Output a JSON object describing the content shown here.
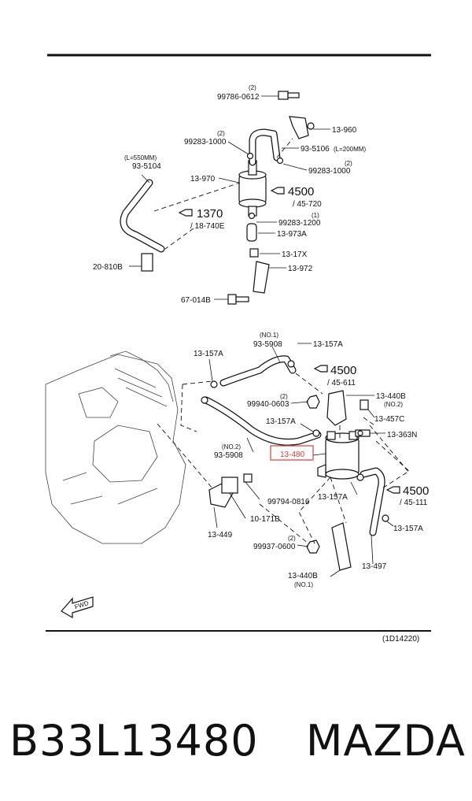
{
  "diagram": {
    "top": {
      "bolt_qty": "(2)",
      "bolt_part": "99786-0612",
      "bracket_part": "13-960",
      "clamp1_qty": "(2)",
      "clamp1_part": "99283-1000",
      "hose_top_part": "93-5106",
      "hose_top_len": "(L=200MM)",
      "hose_left_len": "(L=550MM)",
      "hose_left_part": "93-5104",
      "clamp2_qty": "(2)",
      "clamp2_part": "99283-1000",
      "filter_part": "13-970",
      "ref_4500_num": "4500",
      "ref_4500_sub": "/ 45-720",
      "ref_1370_num": "1370",
      "ref_1370_sub": "/ 18-740E",
      "clamp3_qty": "(1)",
      "clamp3_part": "99283-1200",
      "hose_short_part": "13-973A",
      "item_17x": "13-17X",
      "item_972": "13-972",
      "item_810b": "20-810B",
      "item_014b": "67-014B"
    },
    "bottom": {
      "hose1_no": "(NO.1)",
      "hose1_part": "93-5908",
      "clamp_a1": "13-157A",
      "clamp_a2": "13-157A",
      "ref_4500a_num": "4500",
      "ref_4500a_sub": "/ 45-611",
      "nut_qty": "(2)",
      "nut_part": "99940-0603",
      "bracket2_part": "13-440B",
      "bracket2_no": "(NO.2)",
      "clamp_a3": "13-157A",
      "item_457c": "13-457C",
      "item_363n": "13-363N",
      "hose2_no": "(NO.2)",
      "hose2_part": "93-5908",
      "highlight_part": "13-480",
      "ref_4500b_num": "4500",
      "ref_4500b_sub": "/ 45-111",
      "clamp_a4": "13-157A",
      "clamp_a5": "13-157A",
      "bolt2_part": "99794-0816",
      "item_171b": "10-171B",
      "item_449": "13-449",
      "nut2_qty": "(2)",
      "nut2_part": "99937-0600",
      "item_497": "13-497",
      "bracket1_part": "13-440B",
      "bracket1_no": "(NO.1)",
      "fwd": "FWD",
      "diagram_code": "(1D14220)"
    },
    "colors": {
      "highlight": "#e03c3c",
      "ink": "#111111"
    }
  },
  "caption": {
    "part_number": "B33L13480",
    "brand": "MAZDA"
  }
}
